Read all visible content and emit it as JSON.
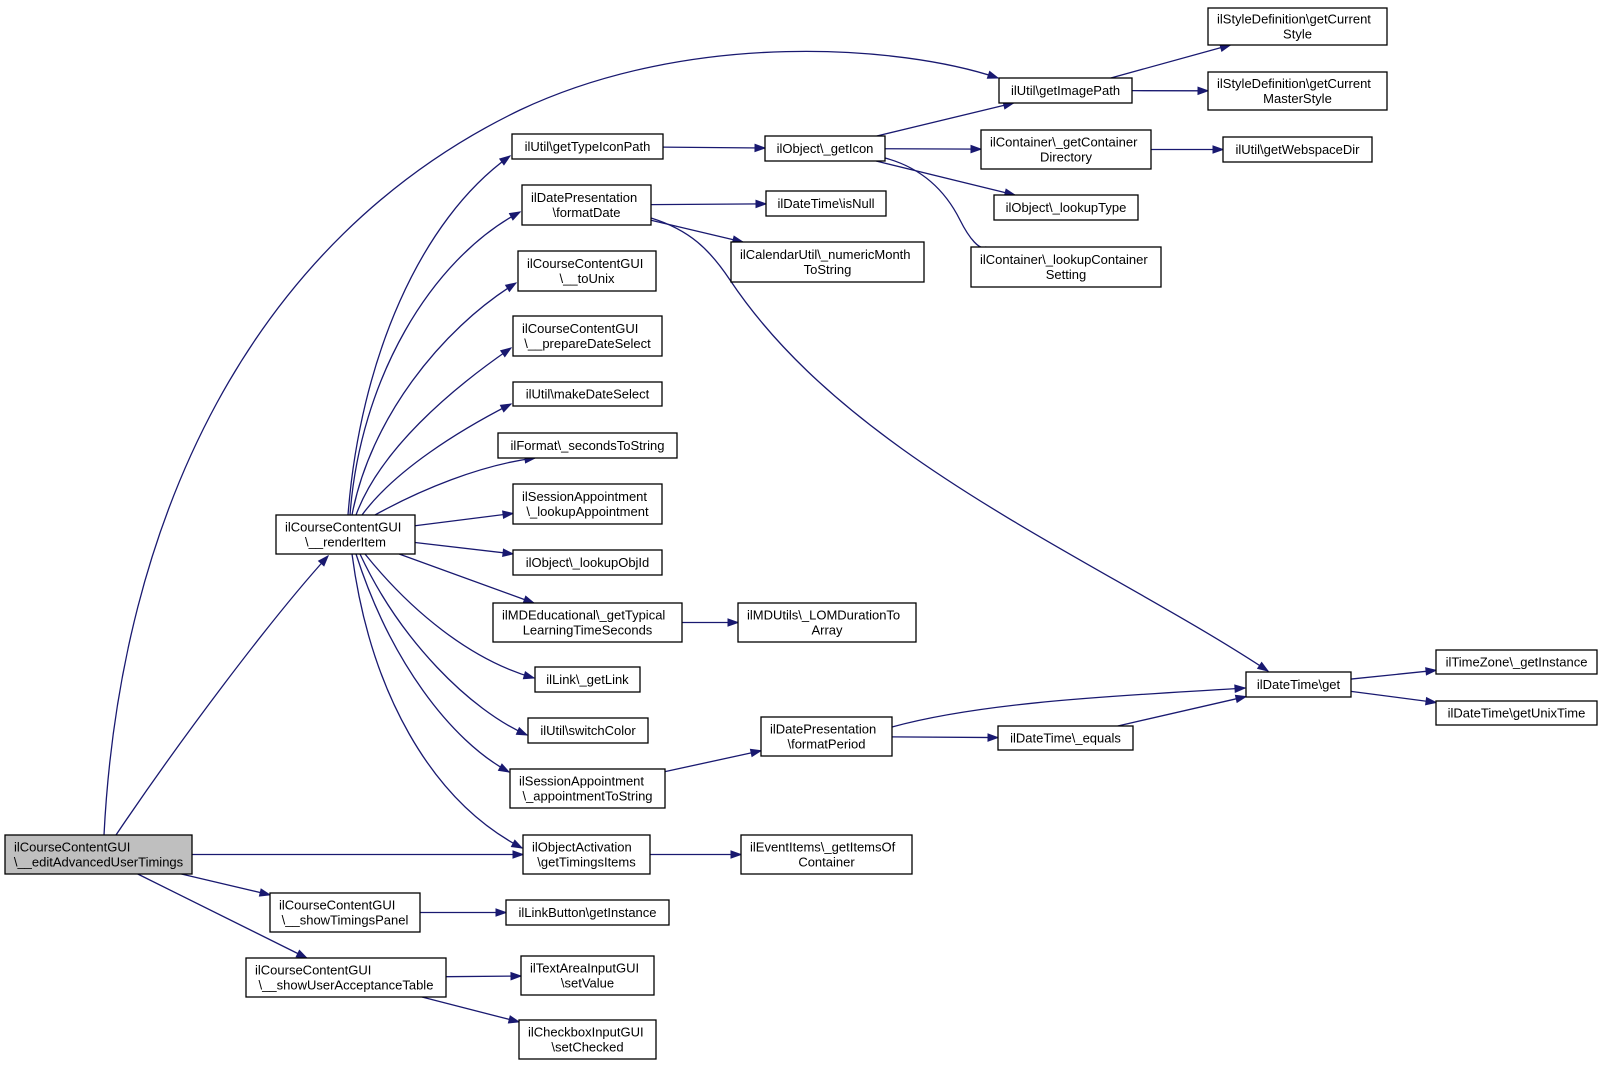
{
  "diagram": {
    "type": "call-graph",
    "colors": {
      "edge": "#191970",
      "node_border": "#000000",
      "root_fill": "#bfbfbf",
      "node_fill": "#ffffff"
    },
    "nodes": [
      {
        "id": "root",
        "lines": [
          "ilCourseContentGUI",
          "\\__editAdvancedUserTimings"
        ],
        "root": true
      },
      {
        "id": "renderItem",
        "lines": [
          "ilCourseContentGUI",
          "\\__renderItem"
        ]
      },
      {
        "id": "showTimingsPanel",
        "lines": [
          "ilCourseContentGUI",
          "\\__showTimingsPanel"
        ]
      },
      {
        "id": "showUserAcceptanceTable",
        "lines": [
          "ilCourseContentGUI",
          "\\__showUserAcceptanceTable"
        ]
      },
      {
        "id": "getTypeIconPath",
        "lines": [
          "ilUtil\\getTypeIconPath"
        ]
      },
      {
        "id": "formatDate",
        "lines": [
          "ilDatePresentation",
          "\\formatDate"
        ]
      },
      {
        "id": "toUnix",
        "lines": [
          "ilCourseContentGUI",
          "\\__toUnix"
        ]
      },
      {
        "id": "prepareDateSelect",
        "lines": [
          "ilCourseContentGUI",
          "\\__prepareDateSelect"
        ]
      },
      {
        "id": "makeDateSelect",
        "lines": [
          "ilUtil\\makeDateSelect"
        ]
      },
      {
        "id": "secondsToString",
        "lines": [
          "ilFormat\\_secondsToString"
        ]
      },
      {
        "id": "lookupAppointment",
        "lines": [
          "ilSessionAppointment",
          "\\_lookupAppointment"
        ]
      },
      {
        "id": "lookupObjId",
        "lines": [
          "ilObject\\_lookupObjId"
        ]
      },
      {
        "id": "getTypical",
        "lines": [
          "ilMDEducational\\_getTypical",
          "LearningTimeSeconds"
        ]
      },
      {
        "id": "getLink",
        "lines": [
          "ilLink\\_getLink"
        ]
      },
      {
        "id": "switchColor",
        "lines": [
          "ilUtil\\switchColor"
        ]
      },
      {
        "id": "appointmentToString",
        "lines": [
          "ilSessionAppointment",
          "\\_appointmentToString"
        ]
      },
      {
        "id": "getTimingsItems",
        "lines": [
          "ilObjectActivation",
          "\\getTimingsItems"
        ]
      },
      {
        "id": "linkButton",
        "lines": [
          "ilLinkButton\\getInstance"
        ]
      },
      {
        "id": "setValue",
        "lines": [
          "ilTextAreaInputGUI",
          "\\setValue"
        ]
      },
      {
        "id": "setChecked",
        "lines": [
          "ilCheckboxInputGUI",
          "\\setChecked"
        ]
      },
      {
        "id": "getImagePath",
        "lines": [
          "ilUtil\\getImagePath"
        ]
      },
      {
        "id": "getIcon",
        "lines": [
          "ilObject\\_getIcon"
        ]
      },
      {
        "id": "isNull",
        "lines": [
          "ilDateTime\\isNull"
        ]
      },
      {
        "id": "numericMonth",
        "lines": [
          "ilCalendarUtil\\_numericMonth",
          "ToString"
        ]
      },
      {
        "id": "lomDuration",
        "lines": [
          "ilMDUtils\\_LOMDurationTo",
          "Array"
        ]
      },
      {
        "id": "formatPeriod",
        "lines": [
          "ilDatePresentation",
          "\\formatPeriod"
        ]
      },
      {
        "id": "getItemsOf",
        "lines": [
          "ilEventItems\\_getItemsOf",
          "Container"
        ]
      },
      {
        "id": "getCurrentStyle",
        "lines": [
          "ilStyleDefinition\\getCurrent",
          "Style"
        ]
      },
      {
        "id": "getCurrentMasterStyle",
        "lines": [
          "ilStyleDefinition\\getCurrent",
          "MasterStyle"
        ]
      },
      {
        "id": "getContainerDir",
        "lines": [
          "ilContainer\\_getContainer",
          "Directory"
        ]
      },
      {
        "id": "lookupType",
        "lines": [
          "ilObject\\_lookupType"
        ]
      },
      {
        "id": "lookupContainerSetting",
        "lines": [
          "ilContainer\\_lookupContainer",
          "Setting"
        ]
      },
      {
        "id": "equals",
        "lines": [
          "ilDateTime\\_equals"
        ]
      },
      {
        "id": "webspaceDir",
        "lines": [
          "ilUtil\\getWebspaceDir"
        ]
      },
      {
        "id": "dateTimeGet",
        "lines": [
          "ilDateTime\\get"
        ]
      },
      {
        "id": "timeZone",
        "lines": [
          "ilTimeZone\\_getInstance"
        ]
      },
      {
        "id": "unixTime",
        "lines": [
          "ilDateTime\\getUnixTime"
        ]
      }
    ],
    "edges": [
      [
        "root",
        "renderItem"
      ],
      [
        "root",
        "getImagePath"
      ],
      [
        "root",
        "getTimingsItems"
      ],
      [
        "root",
        "showTimingsPanel"
      ],
      [
        "root",
        "showUserAcceptanceTable"
      ],
      [
        "renderItem",
        "getTypeIconPath"
      ],
      [
        "renderItem",
        "formatDate"
      ],
      [
        "renderItem",
        "toUnix"
      ],
      [
        "renderItem",
        "prepareDateSelect"
      ],
      [
        "renderItem",
        "makeDateSelect"
      ],
      [
        "renderItem",
        "secondsToString"
      ],
      [
        "renderItem",
        "lookupAppointment"
      ],
      [
        "renderItem",
        "lookupObjId"
      ],
      [
        "renderItem",
        "getTypical"
      ],
      [
        "renderItem",
        "getLink"
      ],
      [
        "renderItem",
        "switchColor"
      ],
      [
        "renderItem",
        "appointmentToString"
      ],
      [
        "renderItem",
        "getTimingsItems"
      ],
      [
        "showTimingsPanel",
        "linkButton"
      ],
      [
        "showUserAcceptanceTable",
        "setValue"
      ],
      [
        "showUserAcceptanceTable",
        "setChecked"
      ],
      [
        "getTypeIconPath",
        "getIcon"
      ],
      [
        "formatDate",
        "isNull"
      ],
      [
        "formatDate",
        "numericMonth"
      ],
      [
        "formatDate",
        "dateTimeGet"
      ],
      [
        "getTypical",
        "lomDuration"
      ],
      [
        "appointmentToString",
        "formatPeriod"
      ],
      [
        "getTimingsItems",
        "getItemsOf"
      ],
      [
        "getImagePath",
        "getCurrentStyle"
      ],
      [
        "getImagePath",
        "getCurrentMasterStyle"
      ],
      [
        "getIcon",
        "getImagePath"
      ],
      [
        "getIcon",
        "getContainerDir"
      ],
      [
        "getIcon",
        "lookupType"
      ],
      [
        "getIcon",
        "lookupContainerSetting"
      ],
      [
        "getContainerDir",
        "webspaceDir"
      ],
      [
        "formatPeriod",
        "dateTimeGet"
      ],
      [
        "formatPeriod",
        "equals"
      ],
      [
        "equals",
        "dateTimeGet"
      ],
      [
        "dateTimeGet",
        "timeZone"
      ],
      [
        "dateTimeGet",
        "unixTime"
      ]
    ]
  }
}
